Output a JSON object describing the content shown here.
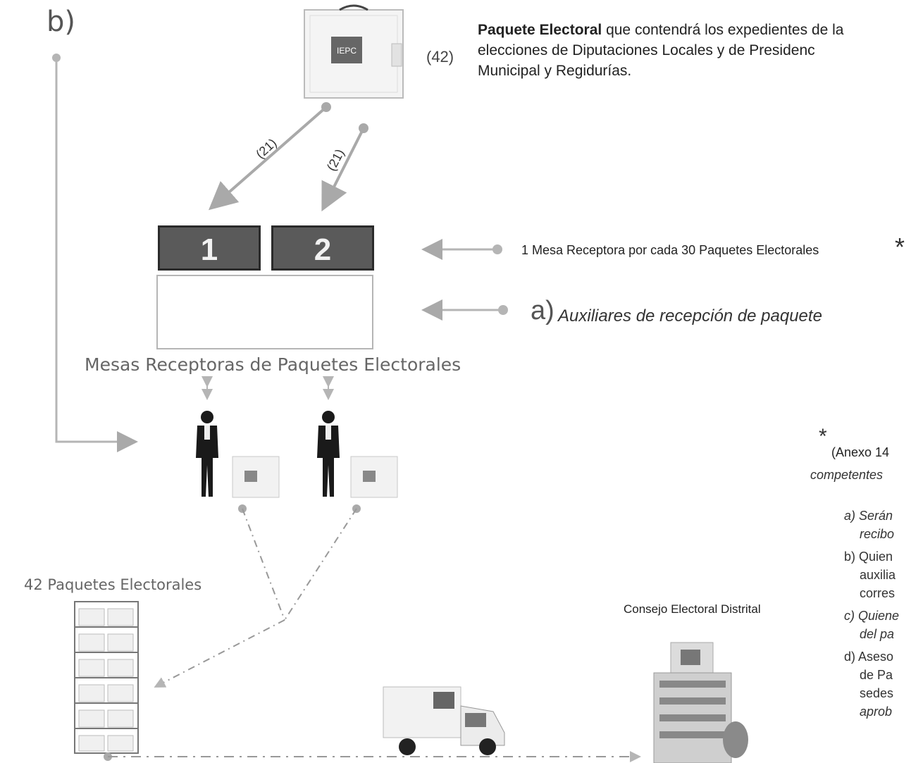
{
  "section_label": "b)",
  "description": {
    "bold": "Paquete Electoral",
    "line1_rest": " que contendrá los expedientes de la",
    "line2": "elecciones de Diputaciones Locales y de Presidenc",
    "line3": "Municipal y Regidurías."
  },
  "package_count_top": "(42)",
  "arrow_labels": [
    "(21)",
    "(21)"
  ],
  "tables": [
    {
      "number": "1"
    },
    {
      "number": "2"
    }
  ],
  "mesas_caption": "Mesas Receptoras de Paquetes Electorales",
  "rule_text": "1 Mesa Receptora por cada 30 Paquetes Electorales",
  "star": "*",
  "auxiliaries": {
    "letter": "a)",
    "text": "Auxiliares de recepción de paquete"
  },
  "annex": {
    "title": "(Anexo 14",
    "subtitle": "competentes",
    "items": [
      "a) Serán",
      "recibo",
      "b) Quien",
      "auxilia",
      "corres",
      "c) Quiene",
      "del pa",
      "d) Aseso",
      "de Pa",
      "sedes",
      "aprob"
    ]
  },
  "packages_label": "42 Paquetes Electorales",
  "council_label": "Consejo Electoral Distrital",
  "logo_text": "IEPC",
  "colors": {
    "box_fill": "#5a5a5a",
    "arrow": "#a9a9a9",
    "dash": "#999999"
  }
}
